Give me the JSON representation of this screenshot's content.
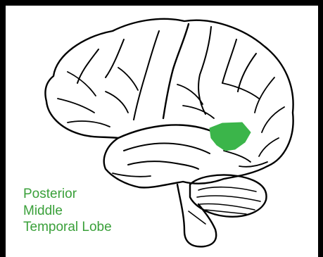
{
  "diagram": {
    "subject": "brain-lateral-view",
    "highlight_color": "#3bb54a",
    "outline_color": "#000000",
    "label_color": "#3aa03a",
    "label_lines": [
      "Posterior",
      "Middle",
      "Temporal Lobe"
    ]
  }
}
